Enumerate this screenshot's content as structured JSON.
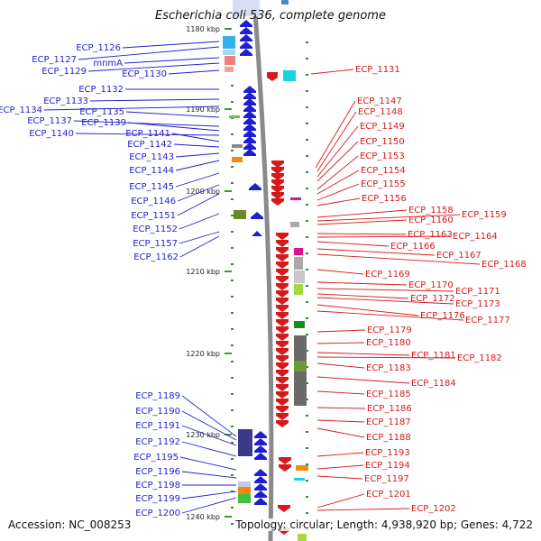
{
  "title": "Escherichia coli 536, complete genome",
  "footer": {
    "accession": "Accession: NC_008253",
    "topology": "Topology: circular; Length: 4,938,920 bp; Genes: 4,722"
  },
  "colors": {
    "forward": "#d41a1a",
    "reverse": "#1f1fcf",
    "backbone": "#888888"
  },
  "ruler_ticks": [
    "1180 kbp",
    "1190 kbp",
    "1200 kbp",
    "1210 kbp",
    "1220 kbp",
    "1230 kbp",
    "1240 kbp"
  ],
  "left_labels": [
    "ECP_1126",
    "ECP_1127",
    "mnmA",
    "ECP_1129",
    "ECP_1130",
    "ECP_1132",
    "ECP_1133",
    "ECP_1134",
    "ECP_1135",
    "ECP_1137",
    "ECP_1139",
    "ECP_1140",
    "ECP_1141",
    "ECP_1142",
    "ECP_1143",
    "ECP_1144",
    "ECP_1145",
    "ECP_1146",
    "ECP_1151",
    "ECP_1152",
    "ECP_1157",
    "ECP_1162",
    "ECP_1189",
    "ECP_1190",
    "ECP_1191",
    "ECP_1192",
    "ECP_1195",
    "ECP_1196",
    "ECP_1198",
    "ECP_1199",
    "ECP_1200"
  ],
  "right_labels": [
    "ECP_1131",
    "ECP_1147",
    "ECP_1148",
    "ECP_1149",
    "ECP_1150",
    "ECP_1153",
    "ECP_1154",
    "ECP_1155",
    "ECP_1156",
    "ECP_1158",
    "ECP_1159",
    "ECP_1160",
    "ECP_1163",
    "ECP_1164",
    "ECP_1166",
    "ECP_1167",
    "ECP_1168",
    "ECP_1169",
    "ECP_1170",
    "ECP_1171",
    "ECP_1172",
    "ECP_1173",
    "ECP_1176",
    "ECP_1177",
    "ECP_1179",
    "ECP_1180",
    "ECP_1181",
    "ECP_1182",
    "ECP_1183",
    "ECP_1184",
    "ECP_1185",
    "ECP_1186",
    "ECP_1187",
    "ECP_1188",
    "ECP_1193",
    "ECP_1194",
    "ECP_1197",
    "ECP_1201",
    "ECP_1202"
  ]
}
